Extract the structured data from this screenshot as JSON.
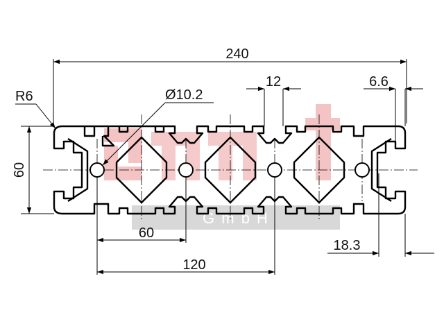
{
  "drawing": {
    "dimensions": {
      "overall_width": "240",
      "slot_width": "12",
      "slot_offset": "6.6",
      "corner_radius": "R6",
      "hole_diameter": "Ø10.2",
      "height": "60",
      "pitch": "60",
      "double_pitch": "120",
      "edge_offset": "18.3"
    },
    "watermark": {
      "logo_color": "#f4c4c4",
      "band_color": "#d8d8d8",
      "band_text": "G m b H"
    }
  }
}
